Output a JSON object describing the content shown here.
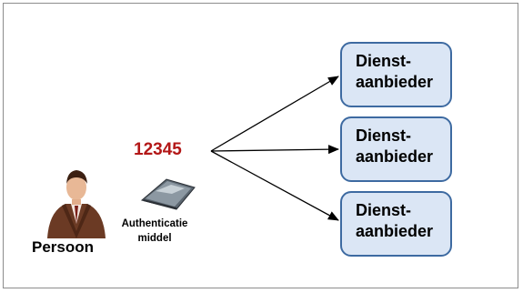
{
  "code": "12345",
  "person": {
    "label": "Persoon",
    "icon": "businessman-icon"
  },
  "authentication": {
    "line1": "Authenticatie",
    "line2": "middel",
    "icon": "card-icon"
  },
  "providers": [
    {
      "line1": "Dienst-",
      "line2": "aanbieder"
    },
    {
      "line1": "Dienst-",
      "line2": "aanbieder"
    },
    {
      "line1": "Dienst-",
      "line2": "aanbieder"
    }
  ],
  "colors": {
    "code": "#b31717",
    "provider_fill": "#dbe6f5",
    "provider_border": "#3d6aa1"
  }
}
